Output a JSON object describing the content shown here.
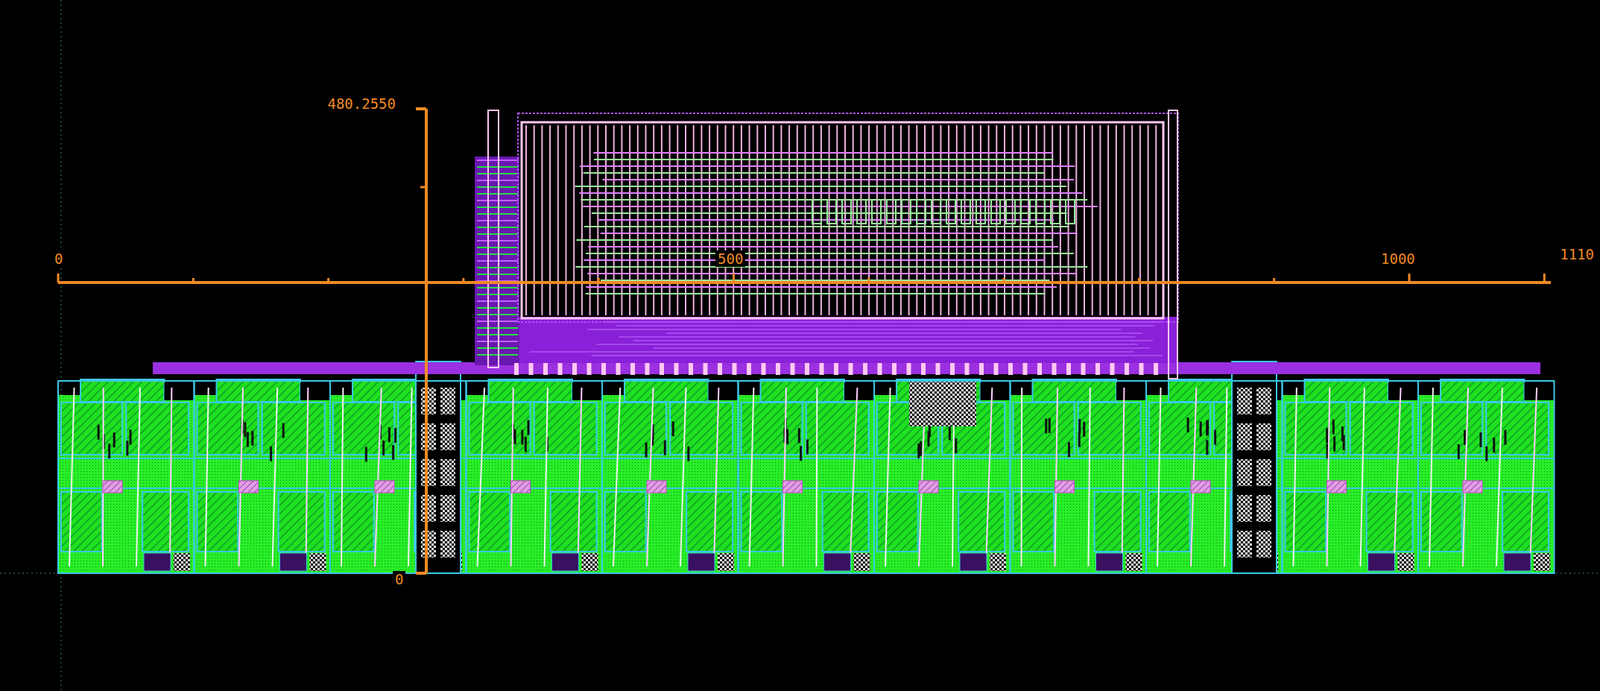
{
  "diagram": {
    "labels": [
      "480.2550",
      "0",
      "500",
      "1000",
      "1110",
      "0"
    ]
  }
}
